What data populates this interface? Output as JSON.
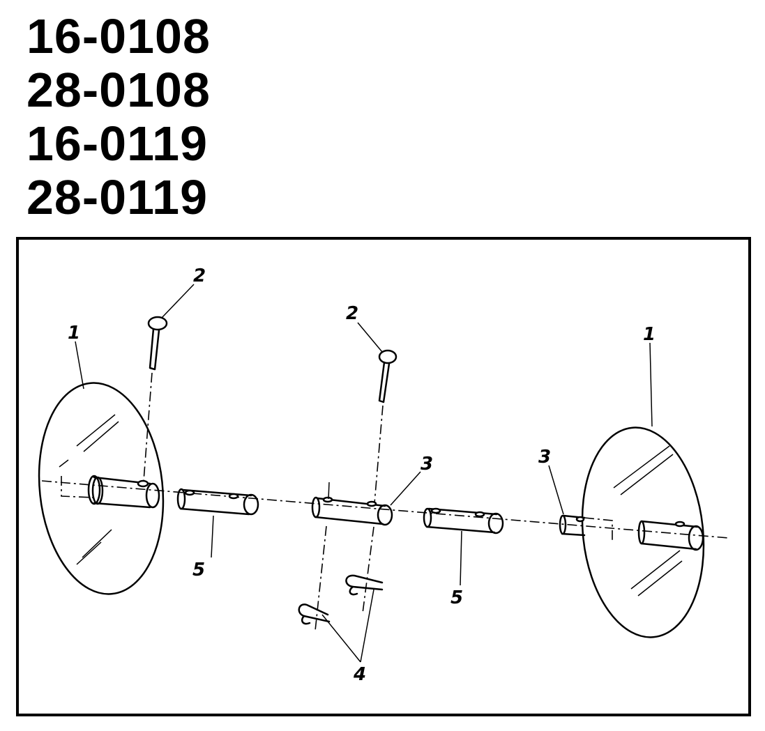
{
  "model_numbers": [
    "16-0108",
    "28-0108",
    "16-0119",
    "28-0119"
  ],
  "callouts": {
    "pin_left": "2",
    "pin_center": "2",
    "disc_left": "1",
    "disc_right": "1",
    "coupler_center": "3",
    "coupler_right": "3",
    "clips": "4",
    "spacer_left": "5",
    "spacer_right": "5"
  }
}
